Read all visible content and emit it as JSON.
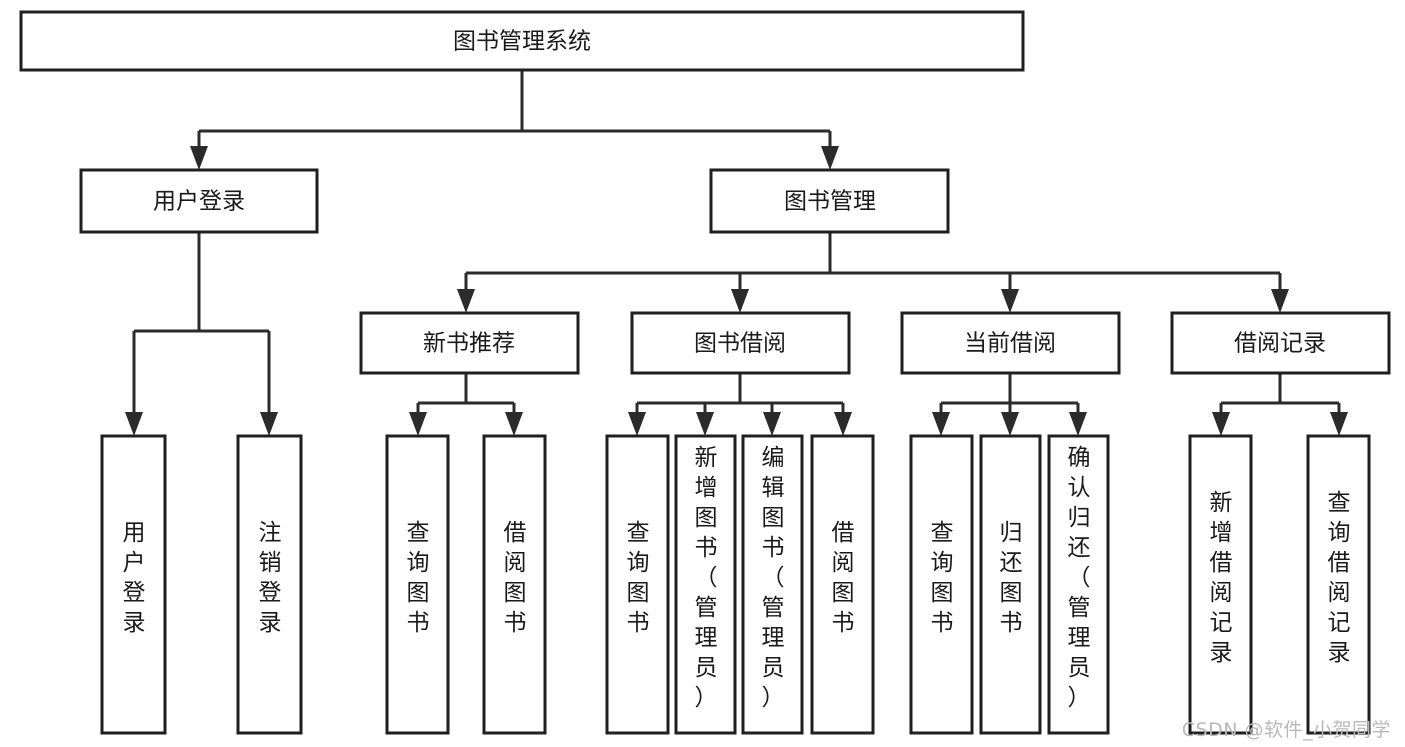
{
  "diagram": {
    "type": "tree-hierarchy",
    "title": "图书管理系统",
    "watermark": "CSDN @软件_小贺同学",
    "colors": {
      "box_fill": "#ffffff",
      "box_stroke": "#1f1f1f",
      "connector": "#2b2b2b",
      "text": "#1a1a1a",
      "watermark": "#b9b9b9"
    },
    "nodes": {
      "root": {
        "label": "图书管理系统",
        "orient": "horizontal"
      },
      "level2": [
        {
          "id": "user-login",
          "label": "用户登录",
          "orient": "horizontal"
        },
        {
          "id": "book-manage",
          "label": "图书管理",
          "orient": "horizontal"
        }
      ],
      "level3": [
        {
          "id": "new-book-recommend",
          "label": "新书推荐",
          "orient": "horizontal"
        },
        {
          "id": "book-borrow",
          "label": "图书借阅",
          "orient": "horizontal"
        },
        {
          "id": "current-borrow",
          "label": "当前借阅",
          "orient": "horizontal"
        },
        {
          "id": "borrow-record",
          "label": "借阅记录",
          "orient": "horizontal"
        }
      ],
      "leaves": [
        {
          "id": "leaf-user-login",
          "label": "用户登录",
          "orient": "vertical",
          "parent": "user-login"
        },
        {
          "id": "leaf-logout-login",
          "label": "注销登录",
          "orient": "vertical",
          "parent": "user-login"
        },
        {
          "id": "leaf-query-book-1",
          "label": "查询图书",
          "orient": "vertical",
          "parent": "new-book-recommend"
        },
        {
          "id": "leaf-borrow-book-1",
          "label": "借阅图书",
          "orient": "vertical",
          "parent": "new-book-recommend"
        },
        {
          "id": "leaf-query-book-2",
          "label": "查询图书",
          "orient": "vertical",
          "parent": "book-borrow"
        },
        {
          "id": "leaf-add-book",
          "label": "新增图书（管理员）",
          "orient": "vertical",
          "parent": "book-borrow"
        },
        {
          "id": "leaf-edit-book",
          "label": "编辑图书（管理员）",
          "orient": "vertical",
          "parent": "book-borrow"
        },
        {
          "id": "leaf-borrow-book-2",
          "label": "借阅图书",
          "orient": "vertical",
          "parent": "book-borrow"
        },
        {
          "id": "leaf-query-book-3",
          "label": "查询图书",
          "orient": "vertical",
          "parent": "current-borrow"
        },
        {
          "id": "leaf-return-book",
          "label": "归还图书",
          "orient": "vertical",
          "parent": "current-borrow"
        },
        {
          "id": "leaf-confirm-return",
          "label": "确认归还（管理员）",
          "orient": "vertical",
          "parent": "current-borrow"
        },
        {
          "id": "leaf-add-record",
          "label": "新增借阅记录",
          "orient": "vertical",
          "parent": "borrow-record"
        },
        {
          "id": "leaf-query-record",
          "label": "查询借阅记录",
          "orient": "vertical",
          "parent": "borrow-record"
        }
      ]
    }
  }
}
